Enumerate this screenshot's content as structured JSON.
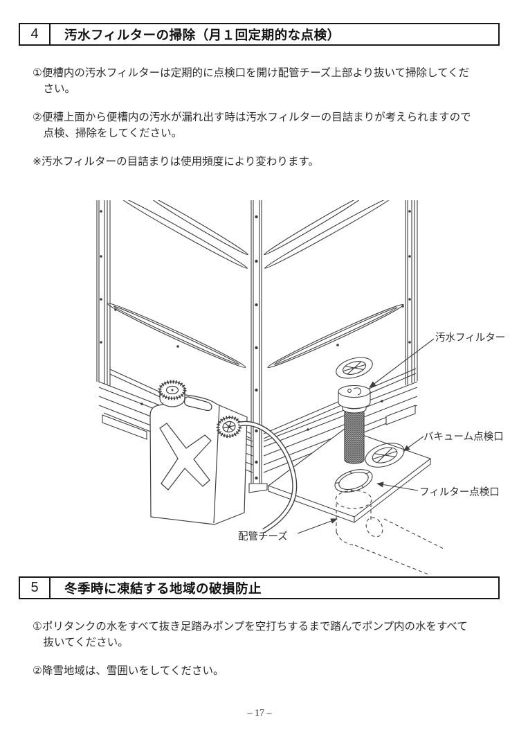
{
  "page": {
    "footer_page_number": "– 17 –"
  },
  "colors": {
    "text": "#2b2b2b",
    "line": "#3d3d3d",
    "border": "#161616"
  },
  "sections": [
    {
      "number": "4",
      "title": "汚水フィルターの掃除（月１回定期的な点検）",
      "paragraphs": [
        "①便槽内の汚水フィルターは定期的に点検口を開け配管チーズ上部より抜いて掃除してくだ\nさい。",
        "②便槽上面から便槽内の汚水が漏れ出す時は汚水フィルターの目詰まりが考えられますので\n点検、掃除をしてください。"
      ],
      "note": "※汚水フィルターの目詰まりは使用頻度により変わります。"
    },
    {
      "number": "5",
      "title": "冬季時に凍結する地域の破損防止",
      "paragraphs": [
        "①ポリタンクの水をすべて抜き足踏みポンプを空打ちするまで踏んでポンプ内の水をすべて\n抜いてください。",
        "②降雪地域は、雪囲いをしてください。"
      ]
    }
  ],
  "diagram": {
    "labels": {
      "waste_filter": "汚水フィルター",
      "vacuum_port": "バキューム点検口",
      "filter_port": "フィルター点検口",
      "pipe_tee": "配管チーズ"
    }
  }
}
